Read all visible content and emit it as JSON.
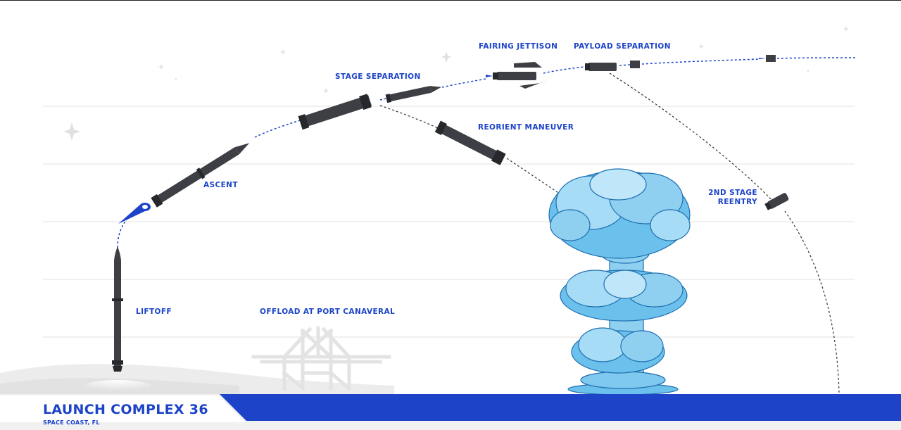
{
  "colors": {
    "accent": "#1d44c8",
    "rocket": "#3d3f44",
    "rocket_dark": "#26282c",
    "cloud": "#6cc0ec",
    "cloud_light": "#a7dcf6",
    "cloud_outline": "#1d6fb0",
    "crane": "#e6e6e6",
    "gridline": "#e7e7e7",
    "sparkle": "#dcdcdc"
  },
  "labels": {
    "liftoff": "LIFTOFF",
    "ascent": "ASCENT",
    "stage_separation": "STAGE SEPARATION",
    "fairing_jettison": "FAIRING JETTISON",
    "payload_separation": "PAYLOAD SEPARATION",
    "reorient_maneuver": "REORIENT MANEUVER",
    "second_stage_reentry_line1": "2ND STAGE",
    "second_stage_reentry_line2": "REENTRY",
    "offload": "OFFLOAD AT PORT CANAVERAL"
  },
  "footer": {
    "title": "LAUNCH COMPLEX 36",
    "subtitle": "SPACE COAST, FL"
  },
  "icons": [
    "rocket-icon",
    "booster-icon",
    "fairing-icon",
    "payload-icon",
    "crane-icon",
    "mushroom-cloud-icon",
    "sparkle-icon"
  ]
}
